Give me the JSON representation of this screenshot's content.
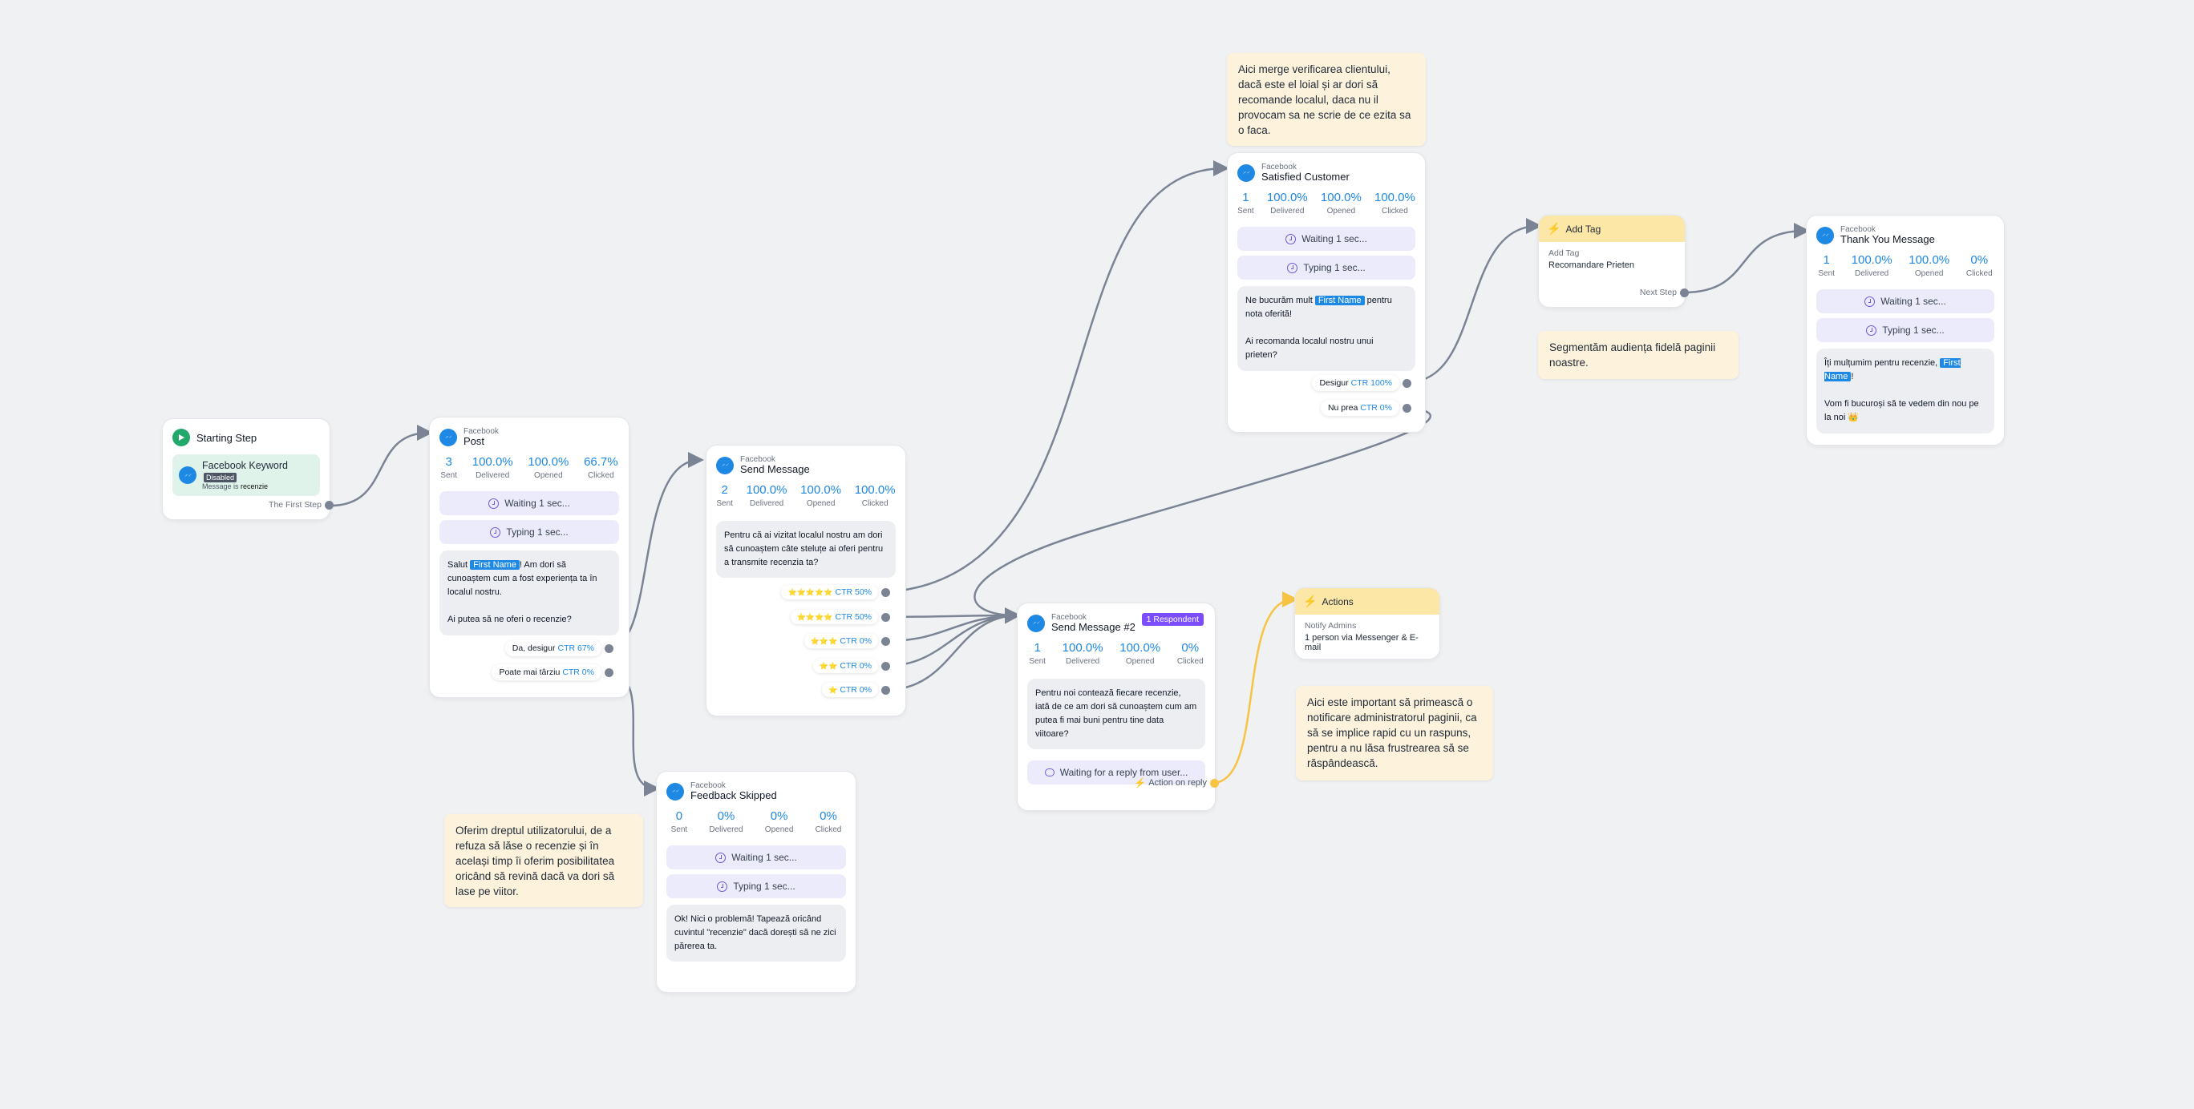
{
  "start": {
    "title": "Starting Step",
    "keyword_title": "Facebook Keyword",
    "badge": "Disabled",
    "keyword_prefix": "Message is",
    "keyword_value": "recenzie",
    "first_step": "The First Step"
  },
  "labels": {
    "sent": "Sent",
    "delivered": "Delivered",
    "opened": "Opened",
    "clicked": "Clicked",
    "source": "Facebook"
  },
  "post": {
    "title": "Post",
    "stats": [
      "3",
      "100.0%",
      "100.0%",
      "66.7%"
    ],
    "wait": "Waiting 1 sec...",
    "typing": "Typing 1 sec...",
    "msg_a": "Salut ",
    "first_name": "First Name",
    "msg_b": "! Am dori să cunoaștem cum a fost experiența ta în localul nostru.",
    "msg_c": "Ai putea să ne oferi o recenzie?",
    "buttons": [
      {
        "label": "Da, desigur",
        "ctr": "CTR 67%"
      },
      {
        "label": "Poate mai târziu",
        "ctr": "CTR 0%"
      }
    ]
  },
  "send": {
    "title": "Send Message",
    "stats": [
      "2",
      "100.0%",
      "100.0%",
      "100.0%"
    ],
    "msg": "Pentru că ai vizitat localul nostru am dori să cunoaștem câte steluțe ai oferi pentru a transmite recenzia ta?",
    "buttons": [
      {
        "stars": "⭐⭐⭐⭐⭐",
        "ctr": "CTR 50%"
      },
      {
        "stars": "⭐⭐⭐⭐",
        "ctr": "CTR 50%"
      },
      {
        "stars": "⭐⭐⭐",
        "ctr": "CTR 0%"
      },
      {
        "stars": "⭐⭐",
        "ctr": "CTR 0%"
      },
      {
        "stars": "⭐",
        "ctr": "CTR 0%"
      }
    ]
  },
  "skipped": {
    "title": "Feedback Skipped",
    "stats": [
      "0",
      "0%",
      "0%",
      "0%"
    ],
    "wait": "Waiting 1 sec...",
    "typing": "Typing 1 sec...",
    "msg": "Ok! Nici o problemă! Tapează oricând cuvintul \"recenzie\" dacă dorești să ne zici părerea ta."
  },
  "send2": {
    "title": "Send Message #2",
    "badge": "1 Respondent",
    "stats": [
      "1",
      "100.0%",
      "100.0%",
      "0%"
    ],
    "msg": "Pentru noi contează fiecare recenzie, iată de ce am dori să cunoaștem cum am putea fi mai buni pentru tine data viitoare?",
    "wait_reply": "Waiting for a reply from user...",
    "action": "Action on reply"
  },
  "satisfied": {
    "title": "Satisfied Customer",
    "stats": [
      "1",
      "100.0%",
      "100.0%",
      "100.0%"
    ],
    "wait": "Waiting 1 sec...",
    "typing": "Typing 1 sec...",
    "msg_a": "Ne bucurăm mult ",
    "first_name": "First Name",
    "msg_b": " pentru nota oferită!",
    "msg_c": "Ai recomanda localul nostru unui prieten?",
    "buttons": [
      {
        "label": "Desigur",
        "ctr": "CTR 100%"
      },
      {
        "label": "Nu prea",
        "ctr": "CTR 0%"
      }
    ]
  },
  "addtag": {
    "header": "Add Tag",
    "label": "Add Tag",
    "value": "Recomandare Prieten",
    "next": "Next Step"
  },
  "thanks": {
    "title": "Thank You Message",
    "stats": [
      "1",
      "100.0%",
      "100.0%",
      "0%"
    ],
    "wait": "Waiting 1 sec...",
    "typing": "Typing 1 sec...",
    "msg_a": "Îți mulțumim pentru recenzie, ",
    "first_name": "First Name",
    "msg_b": "!",
    "msg_c": "Vom fi bucuroși să te vedem din nou pe la noi 👑"
  },
  "actions": {
    "header": "Actions",
    "label": "Notify Admins",
    "value": "1 person via Messenger & E-mail"
  },
  "notes": {
    "top": "Aici merge verificarea clientului, dacă este el loial și ar dori să recomande localul, daca nu il provocam sa ne scrie de ce ezita sa o faca.",
    "segment": "Segmentăm audiența fidelă paginii noastre.",
    "admin": "Aici este important să primească o notificare administratorul paginii, ca să se implice rapid cu un raspuns, pentru a nu lăsa frustrearea să se răspândească.",
    "skip": "Oferim dreptul utilizatorului, de a refuza să lăse o recenzie și în același timp îi oferim posibilitatea oricând să revină dacă va dori să lase pe viitor."
  },
  "colors": {
    "background": "#f0f1f3",
    "accent": "#1e88e5",
    "wire": "#7b8494",
    "action_wire": "#f6c343",
    "note": "#fdf3dc",
    "pill": "#ecebfb",
    "badge": "#7c4dff"
  }
}
